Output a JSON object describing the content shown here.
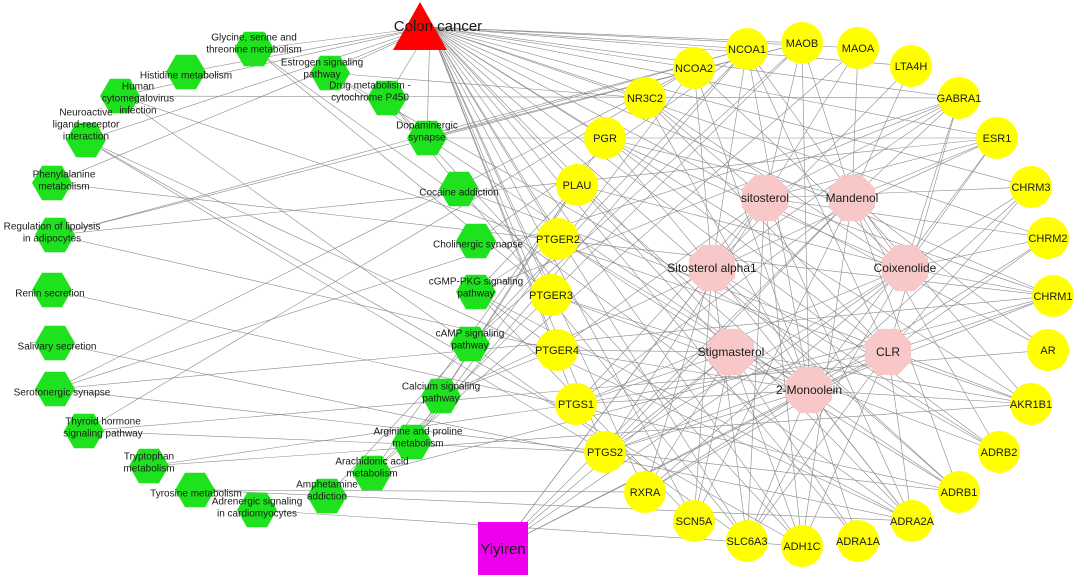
{
  "colors": {
    "pathway": "#1ee21e",
    "target": "#ffff00",
    "ingredient": "#f8c8c8",
    "disease": "#ff0000",
    "herb": "#ee00ee",
    "edge": "#8a8a8a"
  },
  "disease": {
    "label": "Colon cancer"
  },
  "herb": {
    "label": "Yiyiren"
  },
  "ingredients": [
    {
      "id": "sitosterol",
      "label": "sitosterol"
    },
    {
      "id": "mandenol",
      "label": "Mandenol"
    },
    {
      "id": "sitosterol-alpha1",
      "label": "Sitosterol alpha1"
    },
    {
      "id": "coixenolide",
      "label": "Coixenolide"
    },
    {
      "id": "stigmasterol",
      "label": "Stigmasterol"
    },
    {
      "id": "clr",
      "label": "CLR"
    },
    {
      "id": "2-monoolein",
      "label": "2-Monoolein"
    }
  ],
  "targets": [
    {
      "id": "ncoa1",
      "label": "NCOA1"
    },
    {
      "id": "maob",
      "label": "MAOB"
    },
    {
      "id": "maoa",
      "label": "MAOA"
    },
    {
      "id": "lta4h",
      "label": "LTA4H"
    },
    {
      "id": "ncoa2",
      "label": "NCOA2"
    },
    {
      "id": "gabra1",
      "label": "GABRA1"
    },
    {
      "id": "nr3c2",
      "label": "NR3C2"
    },
    {
      "id": "esr1",
      "label": "ESR1"
    },
    {
      "id": "pgr",
      "label": "PGR"
    },
    {
      "id": "chrm3",
      "label": "CHRM3"
    },
    {
      "id": "plau",
      "label": "PLAU"
    },
    {
      "id": "chrm2",
      "label": "CHRM2"
    },
    {
      "id": "ptger2",
      "label": "PTGER2"
    },
    {
      "id": "chrm1",
      "label": "CHRM1"
    },
    {
      "id": "ptger3",
      "label": "PTGER3"
    },
    {
      "id": "ar",
      "label": "AR"
    },
    {
      "id": "ptger4",
      "label": "PTGER4"
    },
    {
      "id": "akr1b1",
      "label": "AKR1B1"
    },
    {
      "id": "ptgs1",
      "label": "PTGS1"
    },
    {
      "id": "adrb2",
      "label": "ADRB2"
    },
    {
      "id": "ptgs2",
      "label": "PTGS2"
    },
    {
      "id": "adrb1",
      "label": "ADRB1"
    },
    {
      "id": "rxra",
      "label": "RXRA"
    },
    {
      "id": "adra2a",
      "label": "ADRA2A"
    },
    {
      "id": "scn5a",
      "label": "SCN5A"
    },
    {
      "id": "slc6a3",
      "label": "SLC6A3"
    },
    {
      "id": "adh1c",
      "label": "ADH1C"
    },
    {
      "id": "adra1a",
      "label": "ADRA1A"
    }
  ],
  "pathways": [
    {
      "id": "glycine",
      "lines": [
        "Glycine, serine and",
        "threonine metabolism"
      ]
    },
    {
      "id": "histidine",
      "lines": [
        "Histidine metabolism"
      ]
    },
    {
      "id": "estrogen",
      "lines": [
        "Estrogen signaling",
        "pathway"
      ]
    },
    {
      "id": "drug-metabolism",
      "lines": [
        "Drug metabolism -",
        "cytochrome P450"
      ]
    },
    {
      "id": "cmv",
      "lines": [
        "Human",
        "cytomegalovirus",
        "infection"
      ]
    },
    {
      "id": "neuroactive",
      "lines": [
        "Neuroactive",
        "ligand-receptor",
        "interaction"
      ]
    },
    {
      "id": "dopaminergic",
      "lines": [
        "Dopaminergic",
        "synapse"
      ]
    },
    {
      "id": "phenylalanine",
      "lines": [
        "Phenylalanine",
        "metabolism"
      ]
    },
    {
      "id": "cocaine",
      "lines": [
        "Cocaine addiction"
      ]
    },
    {
      "id": "lipolysis",
      "lines": [
        "Regulation of lipolysis",
        "in adipocytes"
      ]
    },
    {
      "id": "cholinergic",
      "lines": [
        "Cholinergic synapse"
      ]
    },
    {
      "id": "renin",
      "lines": [
        "Renin secretion"
      ]
    },
    {
      "id": "cgmp",
      "lines": [
        "cGMP-PKG signaling",
        "pathway"
      ]
    },
    {
      "id": "salivary",
      "lines": [
        "Salivary secretion"
      ]
    },
    {
      "id": "camp",
      "lines": [
        "cAMP signaling",
        "pathway"
      ]
    },
    {
      "id": "serotonergic",
      "lines": [
        "Serotonergic synapse"
      ]
    },
    {
      "id": "calcium",
      "lines": [
        "Calcium signaling",
        "pathway"
      ]
    },
    {
      "id": "thyroid",
      "lines": [
        "Thyroid hormone",
        "signaling pathway"
      ]
    },
    {
      "id": "arginine",
      "lines": [
        "Arginine and proline",
        "metabolism"
      ]
    },
    {
      "id": "tryptophan",
      "lines": [
        "Tryptophan",
        "metabolism"
      ]
    },
    {
      "id": "arachidonic",
      "lines": [
        "Arachidonic acid",
        "metabolism"
      ]
    },
    {
      "id": "tyrosine",
      "lines": [
        "Tyrosine metabolism"
      ]
    },
    {
      "id": "amphetamine",
      "lines": [
        "Amphetamine",
        "addiction"
      ]
    },
    {
      "id": "adrenergic",
      "lines": [
        "Adrenergic signaling",
        "in cardiomyocytes"
      ]
    }
  ]
}
